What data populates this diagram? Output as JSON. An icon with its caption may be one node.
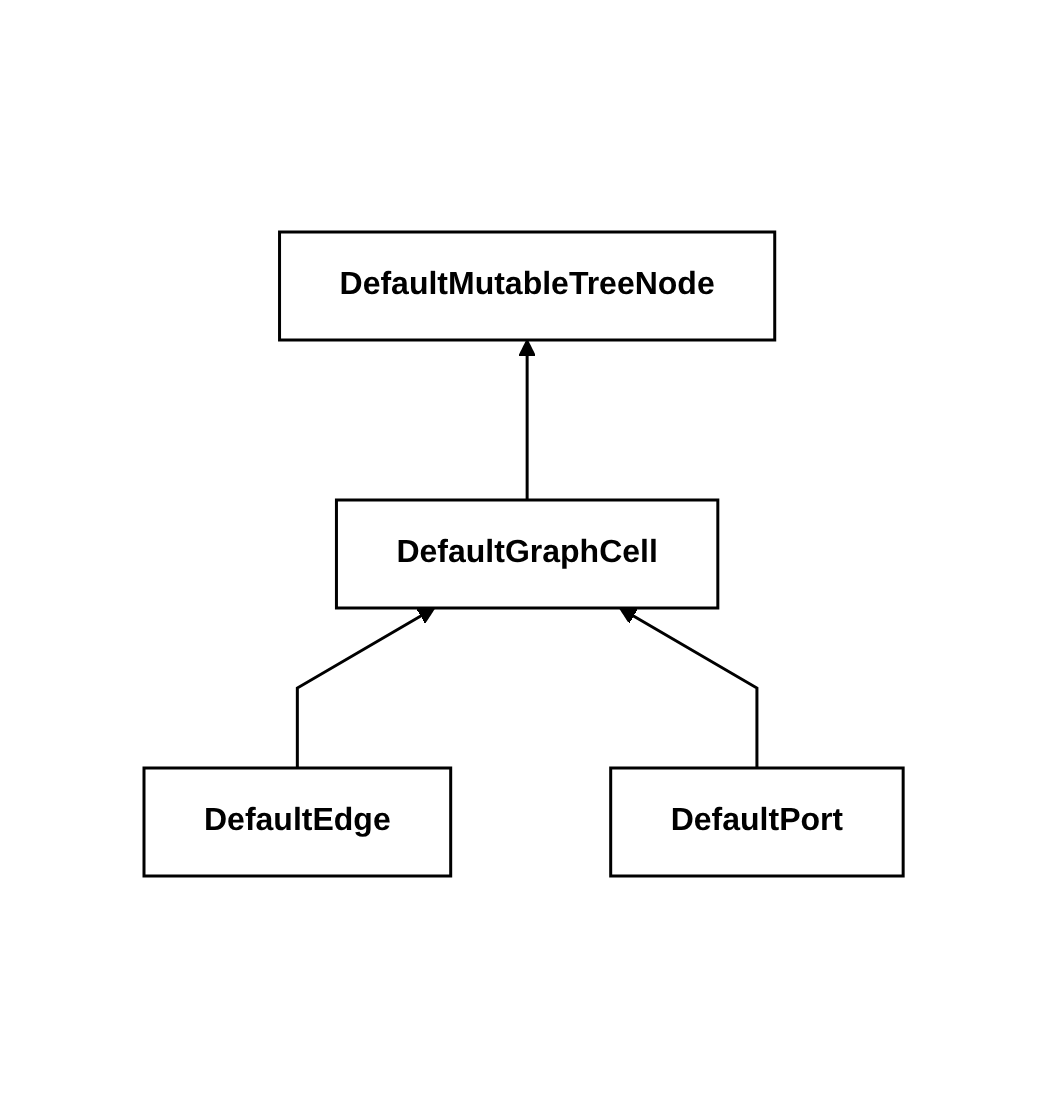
{
  "diagram": {
    "nodes": [
      {
        "text": [
          "DefaultMutableTreeNode"
        ]
      },
      {
        "text": [
          "DefaultGraphCell"
        ]
      },
      {
        "text": [
          "DefaultEdge"
        ]
      },
      {
        "text": [
          "DefaultPort"
        ]
      }
    ],
    "edges": [
      {
        "from": 1,
        "to": 0,
        "arrow": "to"
      },
      {
        "from": 2,
        "to": 1,
        "arrow": "to"
      },
      {
        "from": 3,
        "to": 1,
        "arrow": "to"
      }
    ]
  }
}
